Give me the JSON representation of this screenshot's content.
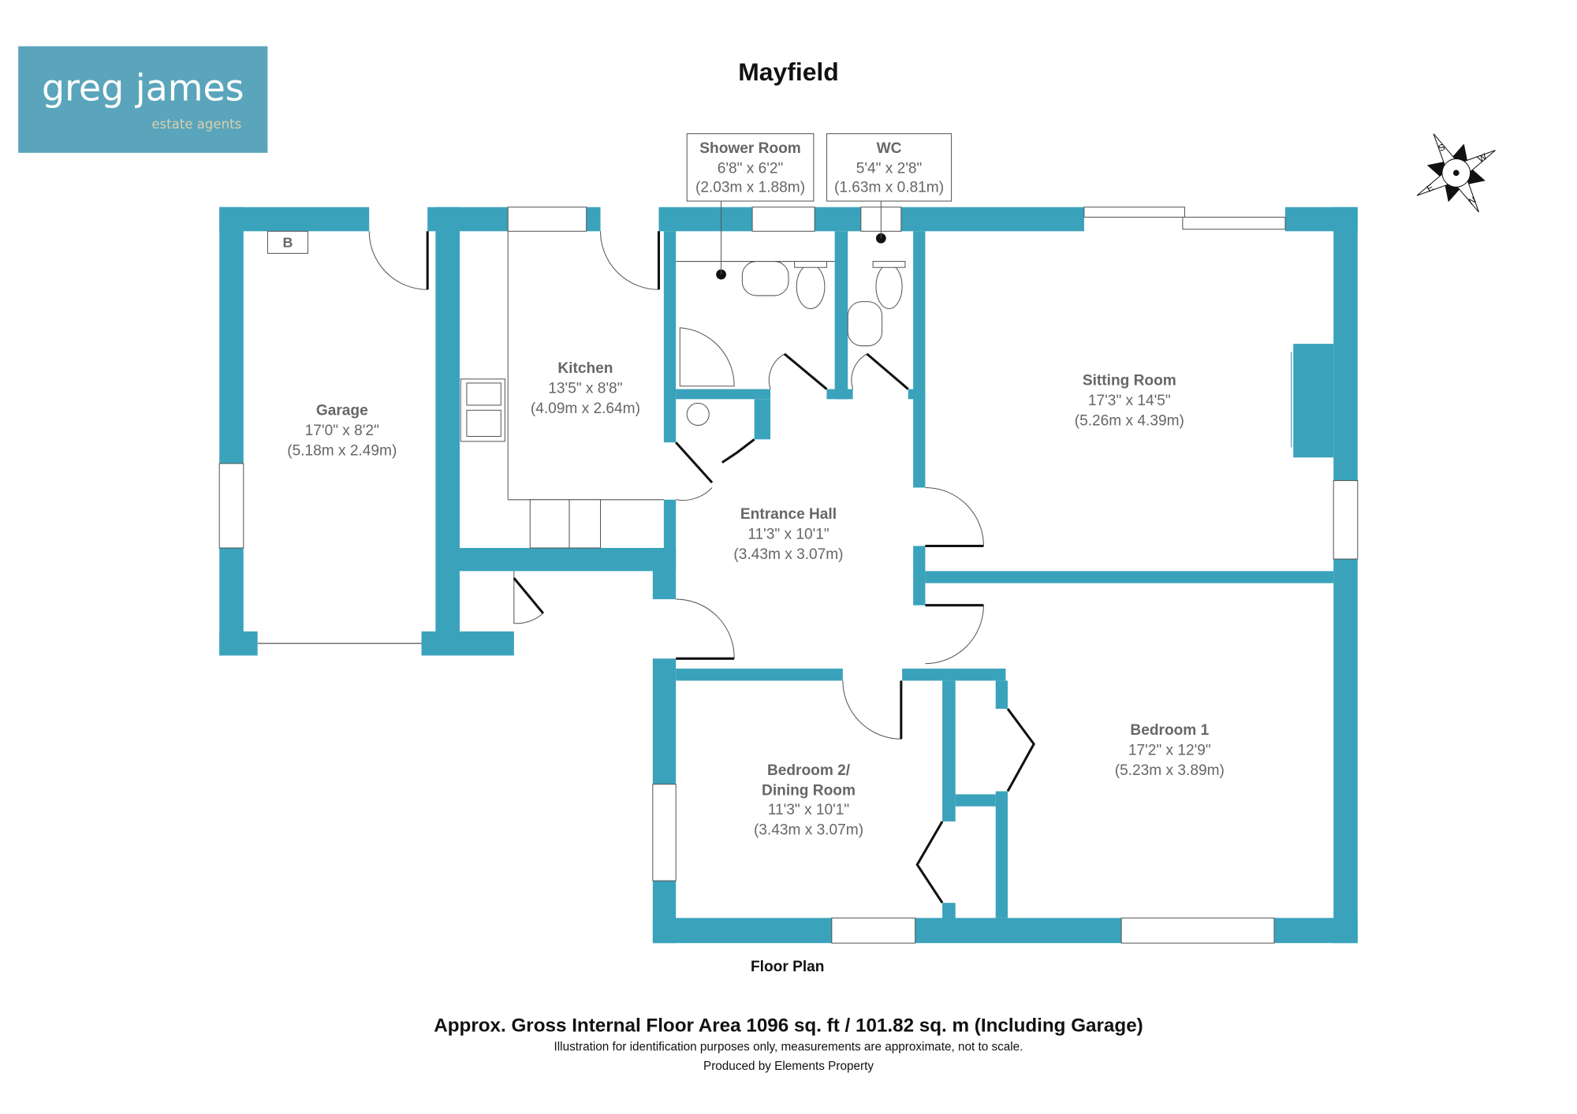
{
  "logo": {
    "name": "greg james",
    "tagline": "estate agents",
    "color": "#5aa5bb"
  },
  "title": "Mayfield",
  "wall_color": "#3aa3bb",
  "rooms": [
    {
      "name": "Garage",
      "imperial": "17'0\" x 8'2\"",
      "metric": "(5.18m x 2.49m)"
    },
    {
      "name": "Kitchen",
      "imperial": "13'5\" x 8'8\"",
      "metric": "(4.09m x 2.64m)"
    },
    {
      "name": "Shower Room",
      "imperial": "6'8\" x 6'2\"",
      "metric": "(2.03m x 1.88m)"
    },
    {
      "name": "WC",
      "imperial": "5'4\" x 2'8\"",
      "metric": "(1.63m x 0.81m)"
    },
    {
      "name": "Sitting Room",
      "imperial": "17'3\" x 14'5\"",
      "metric": "(5.26m x 4.39m)"
    },
    {
      "name": "Entrance Hall",
      "imperial": "11'3\" x 10'1\"",
      "metric": "(3.43m x 3.07m)"
    },
    {
      "name": "Bedroom 2/",
      "name2": "Dining Room",
      "imperial": "11'3\" x 10'1\"",
      "metric": "(3.43m x 3.07m)"
    },
    {
      "name": "Bedroom 1",
      "imperial": "17'2\" x 12'9\"",
      "metric": "(5.23m x 3.89m)"
    }
  ],
  "boiler_label": "B",
  "compass": {
    "n": "N",
    "e": "E",
    "s": "S",
    "w": "W"
  },
  "floor_label": "Floor Plan",
  "footer": {
    "area": "Approx. Gross Internal Floor Area 1096 sq. ft / 101.82 sq. m (Including Garage)",
    "disclaimer": "Illustration for identification purposes only, measurements are approximate, not to scale.",
    "producer": "Produced by Elements Property"
  }
}
